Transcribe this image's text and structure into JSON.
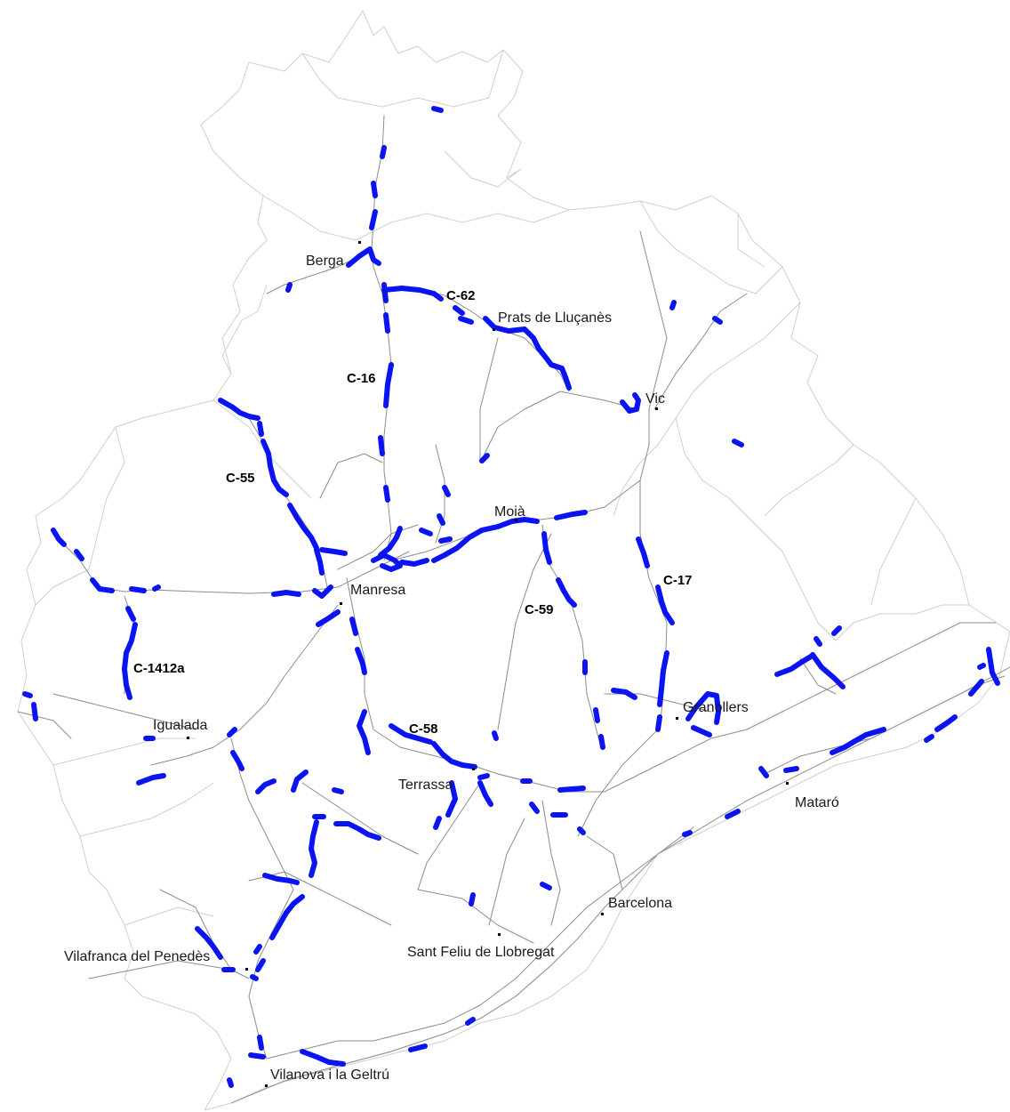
{
  "map": {
    "colors": {
      "background": "#ffffff",
      "boundary": "#cfcfcf",
      "road": "#8c8c8c",
      "highlighted_segment": "#0a14f0",
      "text": "#1a1a1a"
    },
    "cities": [
      {
        "key": "berga",
        "name": "Berga"
      },
      {
        "key": "prats",
        "name": "Prats de Lluçanès"
      },
      {
        "key": "vic",
        "name": "Vic"
      },
      {
        "key": "moia",
        "name": "Moià"
      },
      {
        "key": "manresa",
        "name": "Manresa"
      },
      {
        "key": "igualada",
        "name": "Igualada"
      },
      {
        "key": "granollers",
        "name": "Granollers"
      },
      {
        "key": "terrassa",
        "name": "Terrassa"
      },
      {
        "key": "mataro",
        "name": "Mataró"
      },
      {
        "key": "barcelona",
        "name": "Barcelona"
      },
      {
        "key": "santfeliu",
        "name": "Sant Feliu de Llobregat"
      },
      {
        "key": "vilafranca",
        "name": "Vilafranca del Penedès"
      },
      {
        "key": "vilanova",
        "name": "Vilanova i la Geltrú"
      }
    ],
    "road_labels": [
      {
        "key": "c62",
        "name": "C-62"
      },
      {
        "key": "c16",
        "name": "C-16"
      },
      {
        "key": "c55",
        "name": "C-55"
      },
      {
        "key": "c17",
        "name": "C-17"
      },
      {
        "key": "c59",
        "name": "C-59"
      },
      {
        "key": "c1412a",
        "name": "C-1412a"
      },
      {
        "key": "c58",
        "name": "C-58"
      }
    ]
  }
}
